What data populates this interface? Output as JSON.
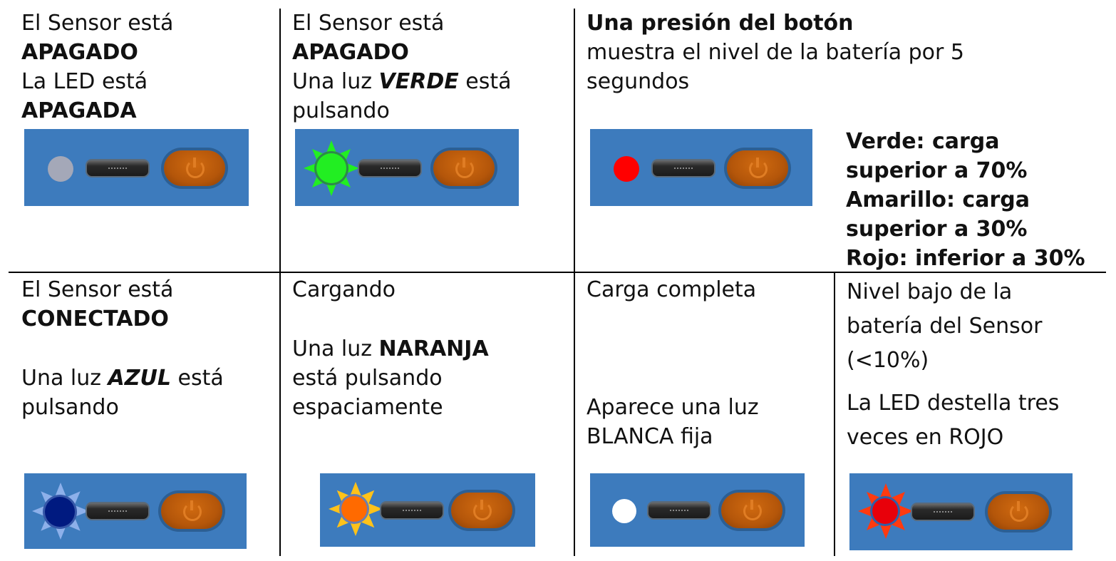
{
  "cells": {
    "off": {
      "lines": [
        {
          "text": "El Sensor está",
          "style": "normal"
        },
        {
          "text": "APAGADO",
          "style": "bold"
        },
        {
          "text": "La LED está",
          "style": "normal"
        },
        {
          "text": "APAGADA",
          "style": "bold"
        }
      ]
    },
    "green": {
      "line1": "El Sensor está",
      "line2": "APAGADO",
      "line3_pre": "Una luz ",
      "line3_em": "VERDE",
      "line3_post": " está",
      "line4": "pulsando"
    },
    "press": {
      "title": "Una presión del botón",
      "line2": "muestra el nivel de la batería por 5",
      "line3": "segundos"
    },
    "legend": [
      "Verde: carga",
      "superior a 70%",
      "Amarillo: carga",
      "superior a 30%",
      "Rojo: inferior a 30%"
    ],
    "connected": {
      "line1": "El Sensor está",
      "line2": "CONECTADO",
      "line3_pre": "Una luz ",
      "line3_em": "AZUL",
      "line3_post": " está",
      "line4": "pulsando"
    },
    "charging": {
      "line1": "Cargando",
      "line2_pre": "Una luz ",
      "line2_em": "NARANJA",
      "line3": "está pulsando",
      "line4": "espaciamente"
    },
    "full": {
      "line1": "Carga completa",
      "line2": "Aparece una luz",
      "line3": "BLANCA fija"
    },
    "low": {
      "line1": "Nivel bajo de la",
      "line2": "batería del Sensor",
      "line3": "(<10%)",
      "line4": "La LED destella tres",
      "line5": "veces en ROJO"
    }
  },
  "colors": {
    "panel": "#3d7bbd",
    "led_off": "#a4a8b8",
    "led_green": "#22ee22",
    "led_red": "#ff0000",
    "led_blue": "#001a80",
    "led_orange": "#ff6a00",
    "led_white": "#ffffff",
    "led_lowbat": "#e8000a"
  }
}
